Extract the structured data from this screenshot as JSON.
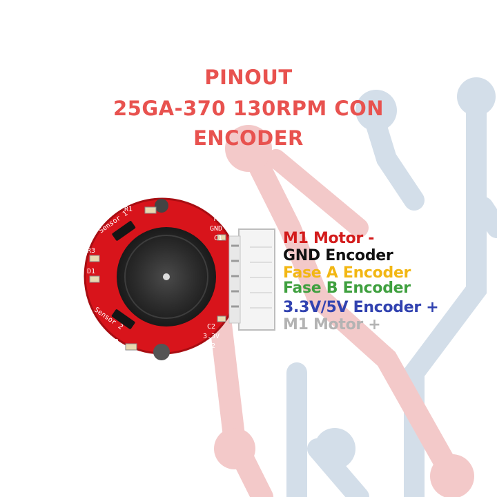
{
  "title": [
    "PINOUT",
    "25GA-370 130RPM CON",
    "ENCODER"
  ],
  "colors": {
    "title": "#e8524f",
    "bg_red": "#f3c9c9",
    "bg_blue": "#d3dee9",
    "pcb": "#d8141b"
  },
  "pins": [
    {
      "label": "M1 Motor -",
      "color": "#d31b1b"
    },
    {
      "label": "GND Encoder",
      "color": "#111111"
    },
    {
      "label": "Fase A Encoder",
      "color": "#f2b714"
    },
    {
      "label": "Fase B Encoder",
      "color": "#3fa03f"
    },
    {
      "label": "3.3V/5V Encoder +",
      "color": "#3142b0"
    },
    {
      "label": "M1 Motor +",
      "color": "#b3b3b3"
    }
  ],
  "silkscreen": {
    "r1": "R1",
    "sensor1": "Sensor 1",
    "r3": "R3",
    "d1": "D1",
    "sensor2": "Sensor 2",
    "r2": "R2",
    "m1": "M1",
    "gnd": "GND",
    "c1": "C1",
    "c2": "C2",
    "v33": "3.3V",
    "m2": "M2"
  }
}
